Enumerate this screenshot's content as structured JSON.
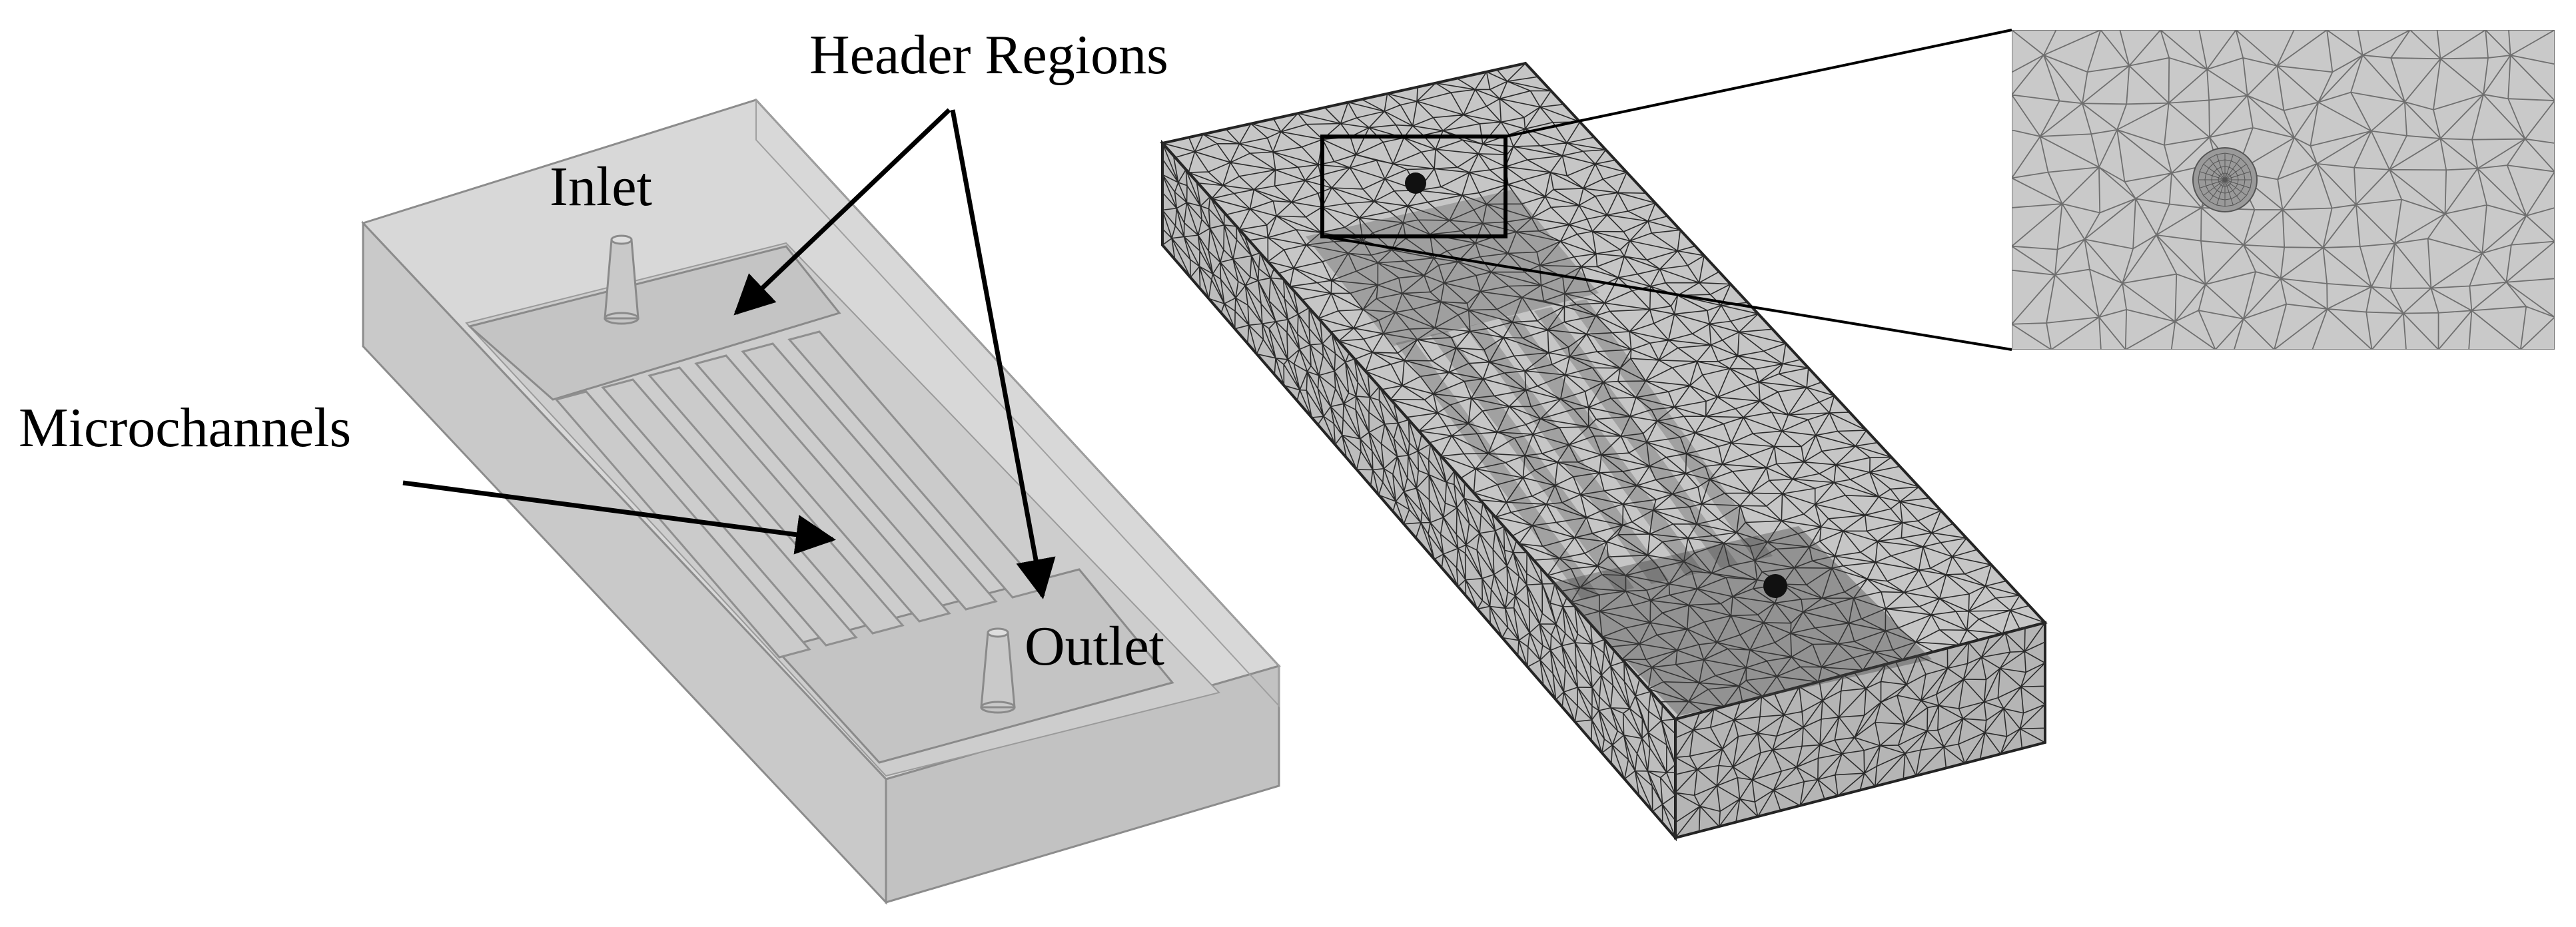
{
  "labels": {
    "header_regions": "Header Regions",
    "inlet": "Inlet",
    "microchannels": "Microchannels",
    "outlet": "Outlet"
  },
  "colors": {
    "model_fill": "#d3d3d3",
    "model_edge": "#8c8c8c",
    "mesh_fill": "#c4c4c4",
    "mesh_line": "#2a2a2a",
    "arrow": "#000000"
  },
  "mesh": {
    "channel_count": 6
  }
}
